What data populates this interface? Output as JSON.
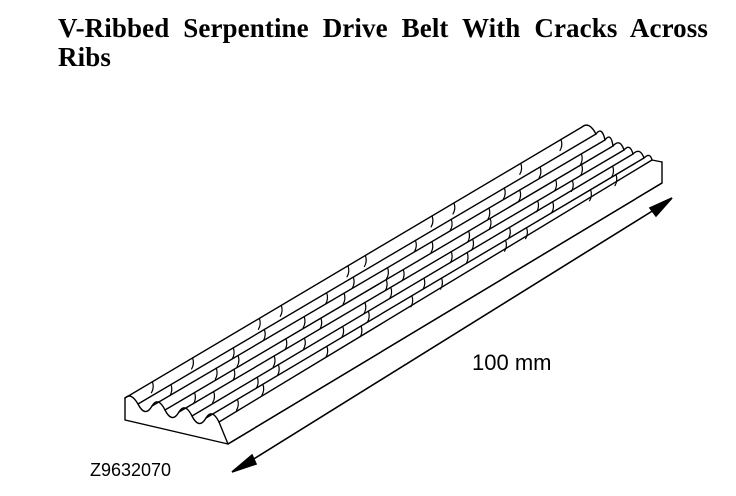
{
  "title": "V-Ribbed Serpentine Drive Belt With Cracks Across Ribs",
  "dimension_label": "100 mm",
  "figure_id": "Z9632070",
  "colors": {
    "ink": "#000000",
    "background": "#ffffff"
  }
}
